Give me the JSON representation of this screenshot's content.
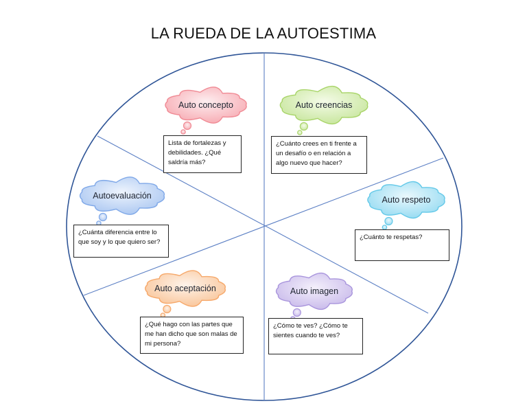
{
  "title": "LA RUEDA DE LA AUTOESTIMA",
  "sections": [
    {
      "label": "Auto concepto",
      "question": "Lista de fortalezas y debilidades. ¿Qué saldría más?",
      "color": "#f08a94",
      "fill_light": "#fce0e3"
    },
    {
      "label": "Auto creencias",
      "question": "¿Cuánto crees en ti frente a un desafío o en relación a algo nuevo que hacer?",
      "color": "#a8d468",
      "fill_light": "#eef8dd"
    },
    {
      "label": "Autoevaluación",
      "question": "¿Cuánta diferencia entre lo que soy y lo que quiero ser?",
      "color": "#7fa8e8",
      "fill_light": "#e2ecfb"
    },
    {
      "label": "Auto respeto",
      "question": "¿Cuánto te respetas?",
      "color": "#62c8e8",
      "fill_light": "#dcf3fb"
    },
    {
      "label": "Auto aceptación",
      "question": "¿Qué hago con las partes que me han dicho que son malas de mi persona?",
      "color": "#f6a86a",
      "fill_light": "#fde9d8"
    },
    {
      "label": "Auto imagen",
      "question": "¿Cómo te ves? ¿Cómo te sientes cuando te ves?",
      "color": "#a894dc",
      "fill_light": "#ece6f8"
    }
  ],
  "colors": {
    "wheel_stroke": "#2f5597",
    "divider": "#5b7fc4"
  }
}
